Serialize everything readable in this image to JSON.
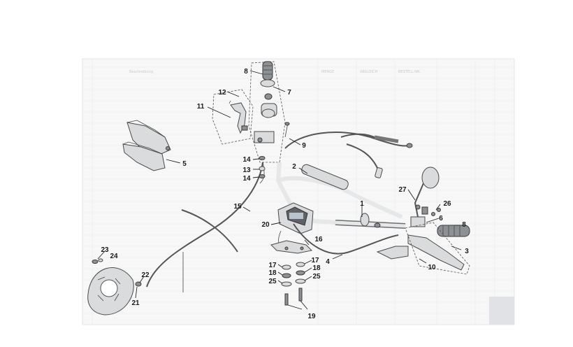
{
  "diagram": {
    "callouts": [
      {
        "id": "c8a",
        "label": "8"
      },
      {
        "id": "c7",
        "label": "7"
      },
      {
        "id": "c12",
        "label": "12"
      },
      {
        "id": "c11",
        "label": "11"
      },
      {
        "id": "c9",
        "label": "9"
      },
      {
        "id": "c5",
        "label": "5"
      },
      {
        "id": "c14a",
        "label": "14"
      },
      {
        "id": "c13",
        "label": "13"
      },
      {
        "id": "c14b",
        "label": "14"
      },
      {
        "id": "c2",
        "label": "2"
      },
      {
        "id": "c15",
        "label": "15"
      },
      {
        "id": "c1",
        "label": "1"
      },
      {
        "id": "c20",
        "label": "20"
      },
      {
        "id": "c27",
        "label": "27"
      },
      {
        "id": "c26",
        "label": "26"
      },
      {
        "id": "c6",
        "label": "6"
      },
      {
        "id": "c8b",
        "label": "8"
      },
      {
        "id": "c16",
        "label": "16"
      },
      {
        "id": "c3",
        "label": "3"
      },
      {
        "id": "c23",
        "label": "23"
      },
      {
        "id": "c24",
        "label": "24"
      },
      {
        "id": "c4",
        "label": "4"
      },
      {
        "id": "c17a",
        "label": "17"
      },
      {
        "id": "c18a",
        "label": "18"
      },
      {
        "id": "c25a",
        "label": "25"
      },
      {
        "id": "c17b",
        "label": "17"
      },
      {
        "id": "c18b",
        "label": "18"
      },
      {
        "id": "c25b",
        "label": "25"
      },
      {
        "id": "c10",
        "label": "10"
      },
      {
        "id": "c22",
        "label": "22"
      },
      {
        "id": "c21",
        "label": "21"
      },
      {
        "id": "c19",
        "label": "19"
      }
    ],
    "background_sheet": {
      "header_cells": [
        "Beschreibung",
        "MENGE",
        "ABGLEICH",
        "BESTELL-NR."
      ]
    }
  }
}
